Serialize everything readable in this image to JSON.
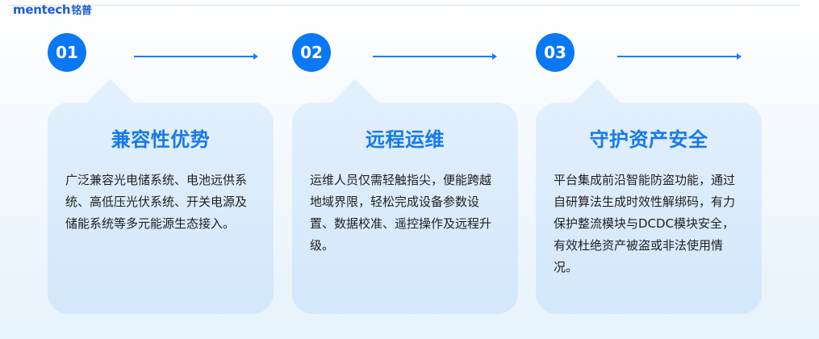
{
  "brand": {
    "name": "mentech",
    "name_cn": "铭普"
  },
  "colors": {
    "accent": "#0a78f5",
    "title": "#1479ee",
    "card_bg": "#d9eafb"
  },
  "steps": [
    {
      "number": "01",
      "title": "兼容性优势",
      "body": "广泛兼容光电储系统、电池远供系统、高低压光伏系统、开关电源及储能系统等多元能源生态接入。"
    },
    {
      "number": "02",
      "title": "远程运维",
      "body": "运维人员仅需轻触指尖，便能跨越地域界限，轻松完成设备参数设置、数据校准、遥控操作及远程升级。"
    },
    {
      "number": "03",
      "title": "守护资产安全",
      "body": "平台集成前沿智能防盗功能，通过自研算法生成时效性解绑码，有力保护整流模块与DCDC模块安全，有效杜绝资产被盗或非法使用情况。"
    }
  ]
}
